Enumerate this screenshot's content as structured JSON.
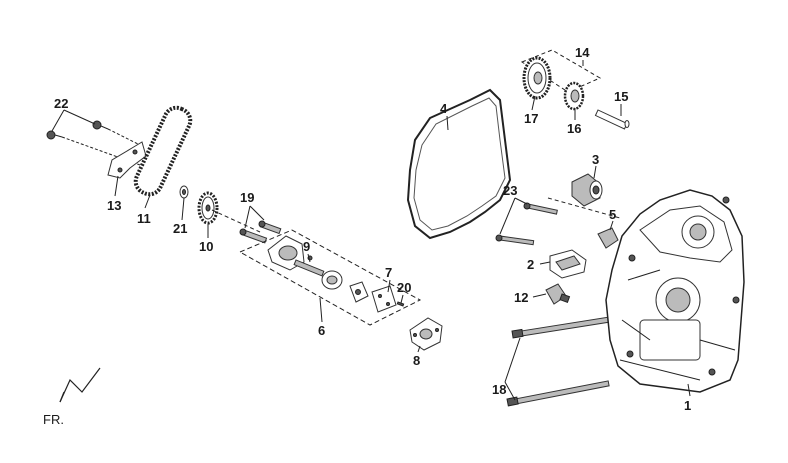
{
  "callouts": {
    "c1": "1",
    "c2": "2",
    "c3": "3",
    "c4": "4",
    "c5": "5",
    "c6": "6",
    "c7": "7",
    "c8": "8",
    "c9": "9",
    "c10": "10",
    "c11": "11",
    "c12": "12",
    "c13": "13",
    "c14": "14",
    "c15": "15",
    "c16": "16",
    "c17": "17",
    "c18": "18",
    "c19": "19",
    "c20": "20",
    "c21": "21",
    "c22": "22",
    "c23": "23"
  },
  "orientation": {
    "label": "FR."
  }
}
